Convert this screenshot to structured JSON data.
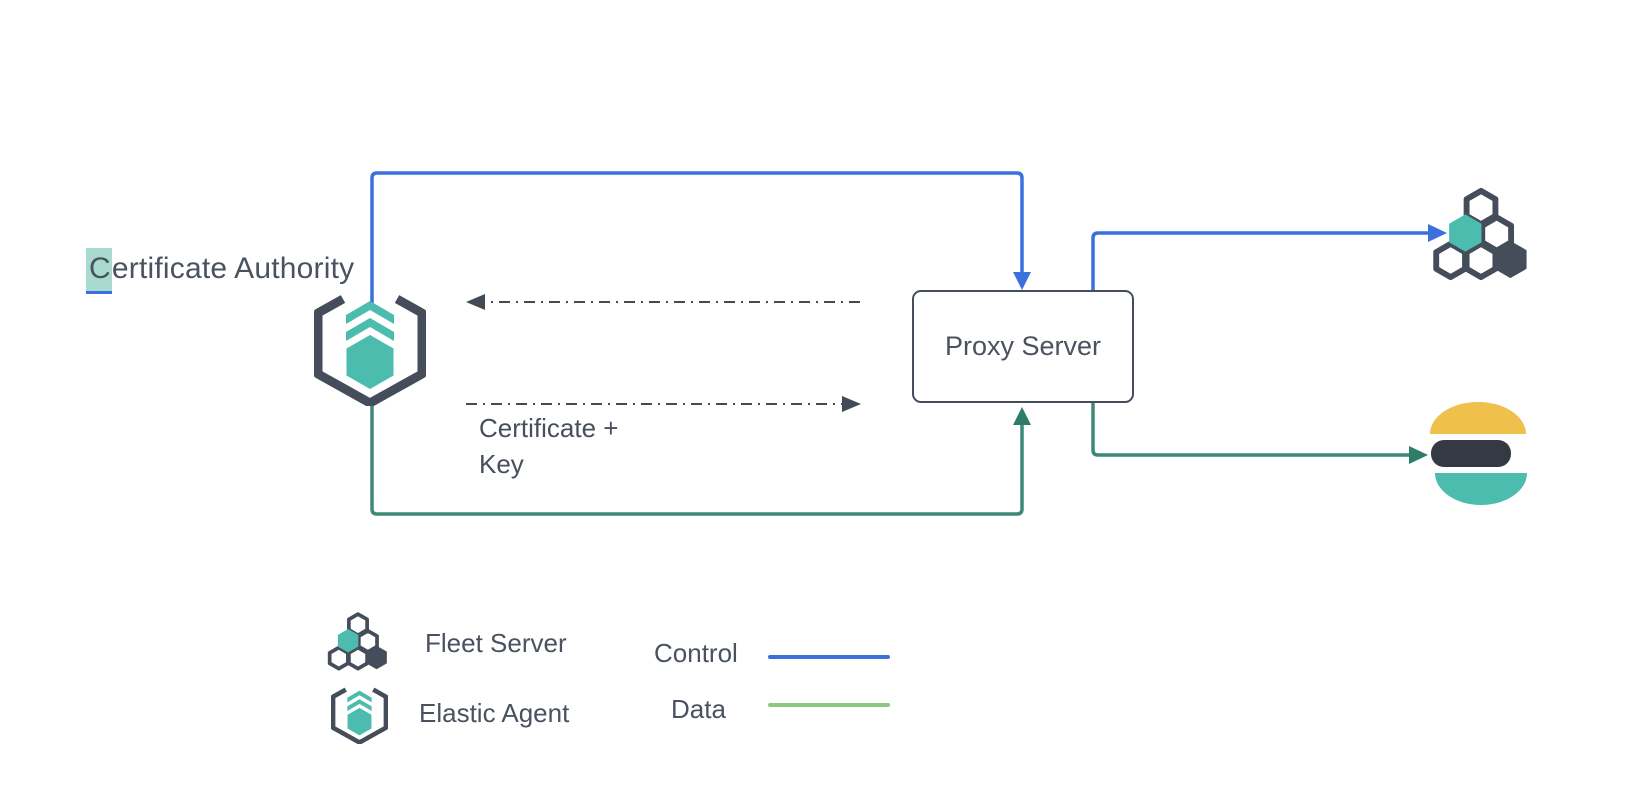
{
  "diagram": {
    "certificate_authority": {
      "highlighted_char": "C",
      "rest_text": "ertificate Authority"
    },
    "proxy_server_label": "Proxy Server",
    "certificate_key_label": {
      "line1": "Certificate +",
      "line2": "Key"
    },
    "nodes": [
      {
        "id": "elastic-agent",
        "icon": "elastic-agent-icon",
        "label": "Certificate Authority"
      },
      {
        "id": "proxy-server",
        "label": "Proxy Server"
      },
      {
        "id": "fleet-server",
        "icon": "fleet-server-icon"
      },
      {
        "id": "elasticsearch",
        "icon": "elasticsearch-icon"
      }
    ],
    "connections": [
      {
        "from": "elastic-agent",
        "to": "proxy-server",
        "type": "control",
        "style": "solid-blue"
      },
      {
        "from": "proxy-server",
        "to": "fleet-server",
        "type": "control",
        "style": "solid-blue"
      },
      {
        "from": "elastic-agent",
        "to": "proxy-server",
        "type": "data",
        "style": "solid-green"
      },
      {
        "from": "proxy-server",
        "to": "elasticsearch",
        "type": "data",
        "style": "solid-green"
      },
      {
        "from": "proxy-server",
        "to": "elastic-agent",
        "type": "certificate-exchange",
        "style": "dash-dot"
      },
      {
        "from": "elastic-agent",
        "to": "proxy-server",
        "type": "certificate-exchange",
        "label": "Certificate + Key",
        "style": "dash-dot"
      }
    ]
  },
  "legend": {
    "items": [
      {
        "icon": "fleet-server-icon",
        "label": "Fleet Server"
      },
      {
        "icon": "elastic-agent-icon",
        "label": "Elastic Agent"
      }
    ],
    "flows": [
      {
        "label": "Control",
        "color": "#3B70DD"
      },
      {
        "label": "Data",
        "color": "#8BC97E"
      }
    ]
  },
  "colors": {
    "control_blue": "#3B70DD",
    "data_green_line": "#3D8876",
    "data_green_legend": "#8BC97E",
    "teal": "#4CBCAF",
    "slate": "#454D5A",
    "elastic_yellow": "#EFC04B",
    "elastic_dark": "#343944",
    "text": "#4A5260",
    "highlight_teal": "#A9DACF"
  }
}
